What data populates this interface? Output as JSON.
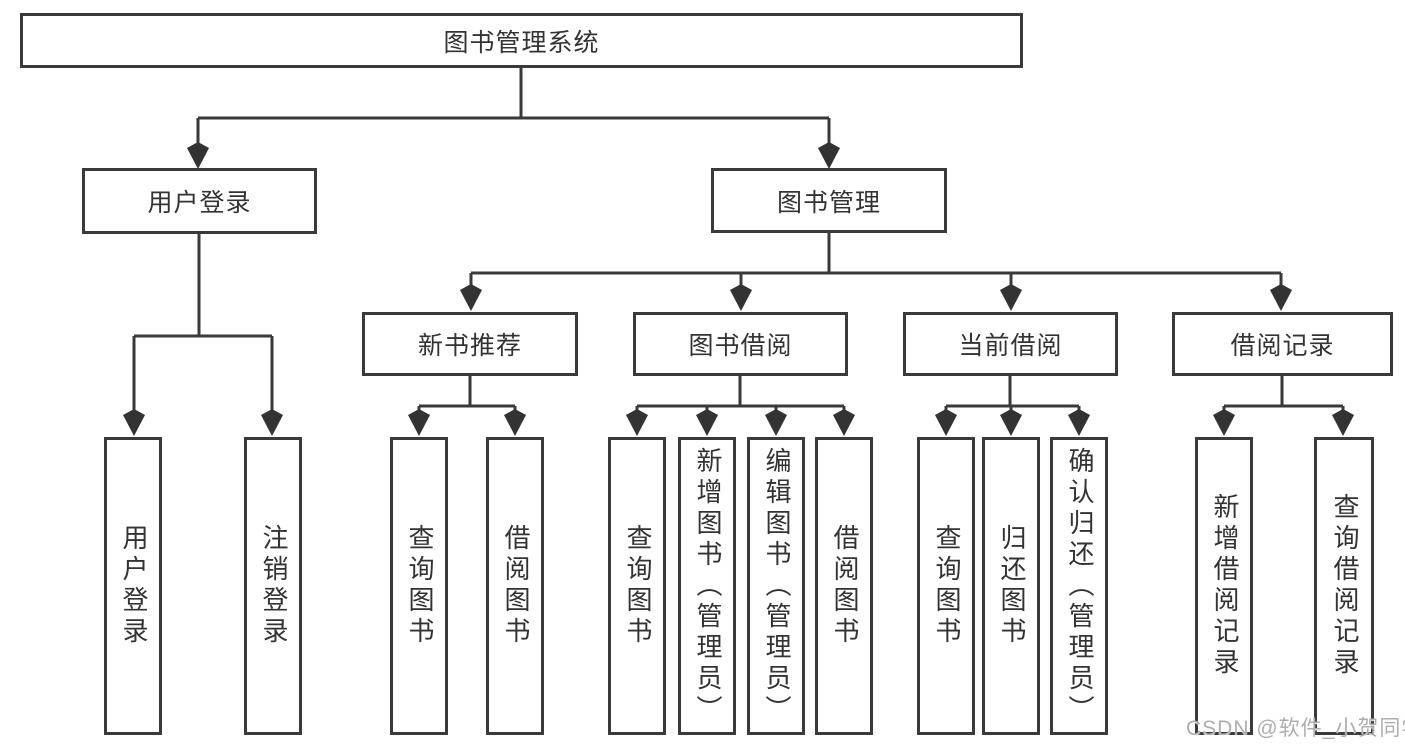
{
  "tree": {
    "label": "图书管理系统",
    "children": [
      {
        "label": "用户登录",
        "children": [
          {
            "label": "用户登录"
          },
          {
            "label": "注销登录"
          }
        ]
      },
      {
        "label": "图书管理",
        "children": [
          {
            "label": "新书推荐",
            "children": [
              {
                "label": "查询图书"
              },
              {
                "label": "借阅图书"
              }
            ]
          },
          {
            "label": "图书借阅",
            "children": [
              {
                "label": "查询图书"
              },
              {
                "label": "新增图书（管理员）"
              },
              {
                "label": "编辑图书（管理员）"
              },
              {
                "label": "借阅图书"
              }
            ]
          },
          {
            "label": "当前借阅",
            "children": [
              {
                "label": "查询图书"
              },
              {
                "label": "归还图书"
              },
              {
                "label": "确认归还（管理员）"
              }
            ]
          },
          {
            "label": "借阅记录",
            "children": [
              {
                "label": "新增借阅记录"
              },
              {
                "label": "查询借阅记录"
              }
            ]
          }
        ]
      }
    ]
  },
  "watermark": {
    "text": "CSDN @软件_小贺同学"
  },
  "colors": {
    "line": "#3a3a3a",
    "box_border": "#3a3a3a",
    "text": "#333333",
    "background": "#ffffff",
    "watermark": "#aeaeae"
  }
}
